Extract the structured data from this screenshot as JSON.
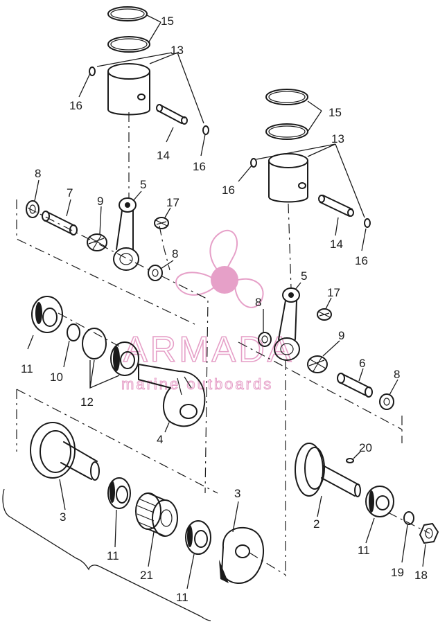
{
  "watermark": {
    "brand": "ARMADA",
    "tagline": "marine outboards",
    "color": "#e6a0c8"
  },
  "callouts": {
    "c15a": "15",
    "c13a": "13",
    "c16a": "16",
    "c16b": "16",
    "c14a": "14",
    "c8a": "8",
    "c7": "7",
    "c9a": "9",
    "c5a": "5",
    "c17a": "17",
    "c8b": "8",
    "c15b": "15",
    "c13b": "13",
    "c16c": "16",
    "c14b": "14",
    "c16d": "16",
    "c5b": "5",
    "c17b": "17",
    "c8c": "8",
    "c9b": "9",
    "c6": "6",
    "c8d": "8",
    "c11a": "11",
    "c10": "10",
    "c12": "12",
    "c4": "4",
    "c3a": "3",
    "c11b": "11",
    "c21": "21",
    "c11c": "11",
    "c3b": "3",
    "c20": "20",
    "c2": "2",
    "c11d": "11",
    "c19": "19",
    "c18": "18"
  }
}
